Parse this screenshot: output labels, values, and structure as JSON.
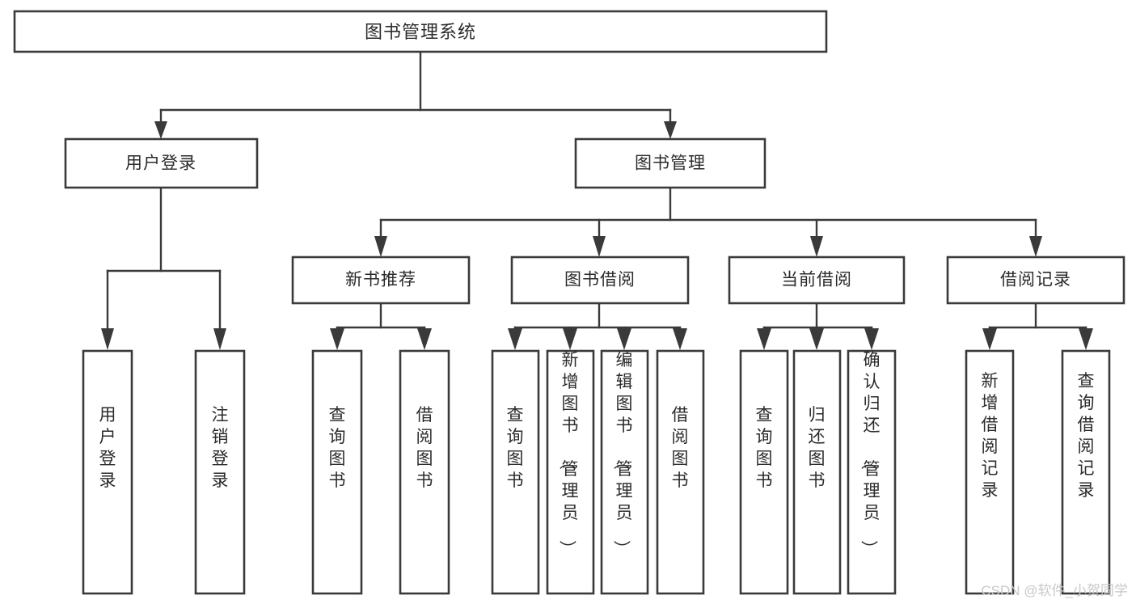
{
  "diagram": {
    "type": "tree",
    "title": "图书管理系统",
    "watermark": "CSDN @软件_小贺同学",
    "colors": {
      "stroke": "#3a3a3a",
      "text": "#2b2b2b",
      "background": "#ffffff",
      "watermark": "#c9c9c9"
    },
    "root": {
      "id": "root",
      "label": "图书管理系统",
      "orientation": "horizontal"
    },
    "level2": [
      {
        "id": "user-login",
        "label": "用户登录",
        "orientation": "horizontal"
      },
      {
        "id": "book-manage",
        "label": "图书管理",
        "orientation": "horizontal"
      }
    ],
    "level3": [
      {
        "id": "new-book-recommend",
        "label": "新书推荐",
        "orientation": "horizontal",
        "parent": "book-manage"
      },
      {
        "id": "book-borrow",
        "label": "图书借阅",
        "orientation": "horizontal",
        "parent": "book-manage"
      },
      {
        "id": "current-borrow",
        "label": "当前借阅",
        "orientation": "horizontal",
        "parent": "book-manage"
      },
      {
        "id": "borrow-record",
        "label": "借阅记录",
        "orientation": "horizontal",
        "parent": "book-manage"
      }
    ],
    "leaves": [
      {
        "id": "leaf-user-login",
        "label": "用户登录",
        "orientation": "vertical",
        "parent": "user-login"
      },
      {
        "id": "leaf-user-logout",
        "label": "注销登录",
        "orientation": "vertical",
        "parent": "user-login"
      },
      {
        "id": "leaf-query-book-1",
        "label": "查询图书",
        "orientation": "vertical",
        "parent": "new-book-recommend"
      },
      {
        "id": "leaf-borrow-book-1",
        "label": "借阅图书",
        "orientation": "vertical",
        "parent": "new-book-recommend"
      },
      {
        "id": "leaf-query-book-2",
        "label": "查询图书",
        "orientation": "vertical",
        "parent": "book-borrow"
      },
      {
        "id": "leaf-add-book",
        "label": "新增图书（管理员）",
        "orientation": "vertical",
        "parent": "book-borrow"
      },
      {
        "id": "leaf-edit-book",
        "label": "编辑图书（管理员）",
        "orientation": "vertical",
        "parent": "book-borrow"
      },
      {
        "id": "leaf-borrow-book-2",
        "label": "借阅图书",
        "orientation": "vertical",
        "parent": "book-borrow"
      },
      {
        "id": "leaf-query-book-3",
        "label": "查询图书",
        "orientation": "vertical",
        "parent": "current-borrow"
      },
      {
        "id": "leaf-return-book",
        "label": "归还图书",
        "orientation": "vertical",
        "parent": "current-borrow"
      },
      {
        "id": "leaf-confirm-return",
        "label": "确认归还（管理员）",
        "orientation": "vertical",
        "parent": "current-borrow"
      },
      {
        "id": "leaf-add-record",
        "label": "新增借阅记录",
        "orientation": "vertical",
        "parent": "borrow-record"
      },
      {
        "id": "leaf-query-record",
        "label": "查询借阅记录",
        "orientation": "vertical",
        "parent": "borrow-record"
      }
    ]
  }
}
